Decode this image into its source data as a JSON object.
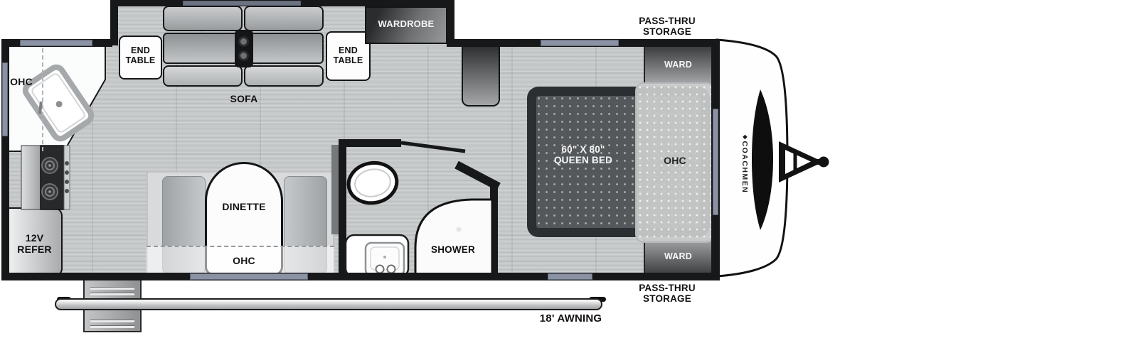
{
  "plan": {
    "brand": "COACHMEN",
    "brand_mark": "◆",
    "exterior": {
      "pass_thru_top": [
        "PASS-THRU",
        "STORAGE"
      ],
      "pass_thru_bottom": [
        "PASS-THRU",
        "STORAGE"
      ],
      "awning": "18' AWNING"
    },
    "living": {
      "sofa": "SOFA",
      "end_table_left": [
        "END",
        "TABLE"
      ],
      "end_table_right": [
        "END",
        "TABLE"
      ],
      "wardrobe": "WARDROBE"
    },
    "dinette": {
      "label": "DINETTE",
      "ohc": "OHC"
    },
    "kitchen": {
      "ohc": "OHC",
      "refer": [
        "12V",
        "REFER"
      ]
    },
    "bath": {
      "shower": "SHOWER"
    },
    "bedroom": {
      "bed": [
        "60\" X 80\"",
        "QUEEN BED"
      ],
      "ohc": "OHC",
      "ward_top": "WARD",
      "ward_bottom": "WARD"
    },
    "colors": {
      "wall": "#17181a",
      "window": "#8a92a3",
      "floor": "#c6c9ca",
      "bed_dark": "#2c2f32",
      "cabinet_dark": "#2c2d2f"
    }
  }
}
